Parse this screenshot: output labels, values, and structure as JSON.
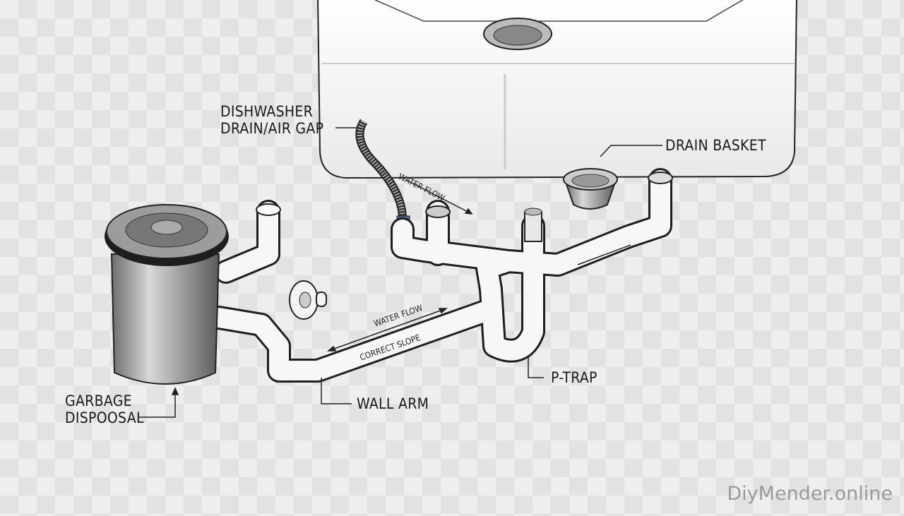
{
  "labels": {
    "dishwasher_line1": "DISHWASHER",
    "dishwasher_line2": "DRAIN/AIR GAP",
    "drain_basket": "DRAIN BASKET",
    "water_flow_top": "WATER FLOW",
    "water_flow_bottom": "WATER FLOW",
    "correct_slope": "CORRECT SLOPE",
    "p_trap": "P-TRAP",
    "wall_arm": "WALL ARM",
    "garbage_line1": "GARBAGE",
    "garbage_line2": "DISPOOSAL"
  },
  "watermark": "DiyMender.online",
  "colors": {
    "pipe": "#f7f7f7",
    "outline": "#1e1e1e",
    "hose_coupling": "#4a6a8c",
    "disposal": "#9a9a9a"
  }
}
